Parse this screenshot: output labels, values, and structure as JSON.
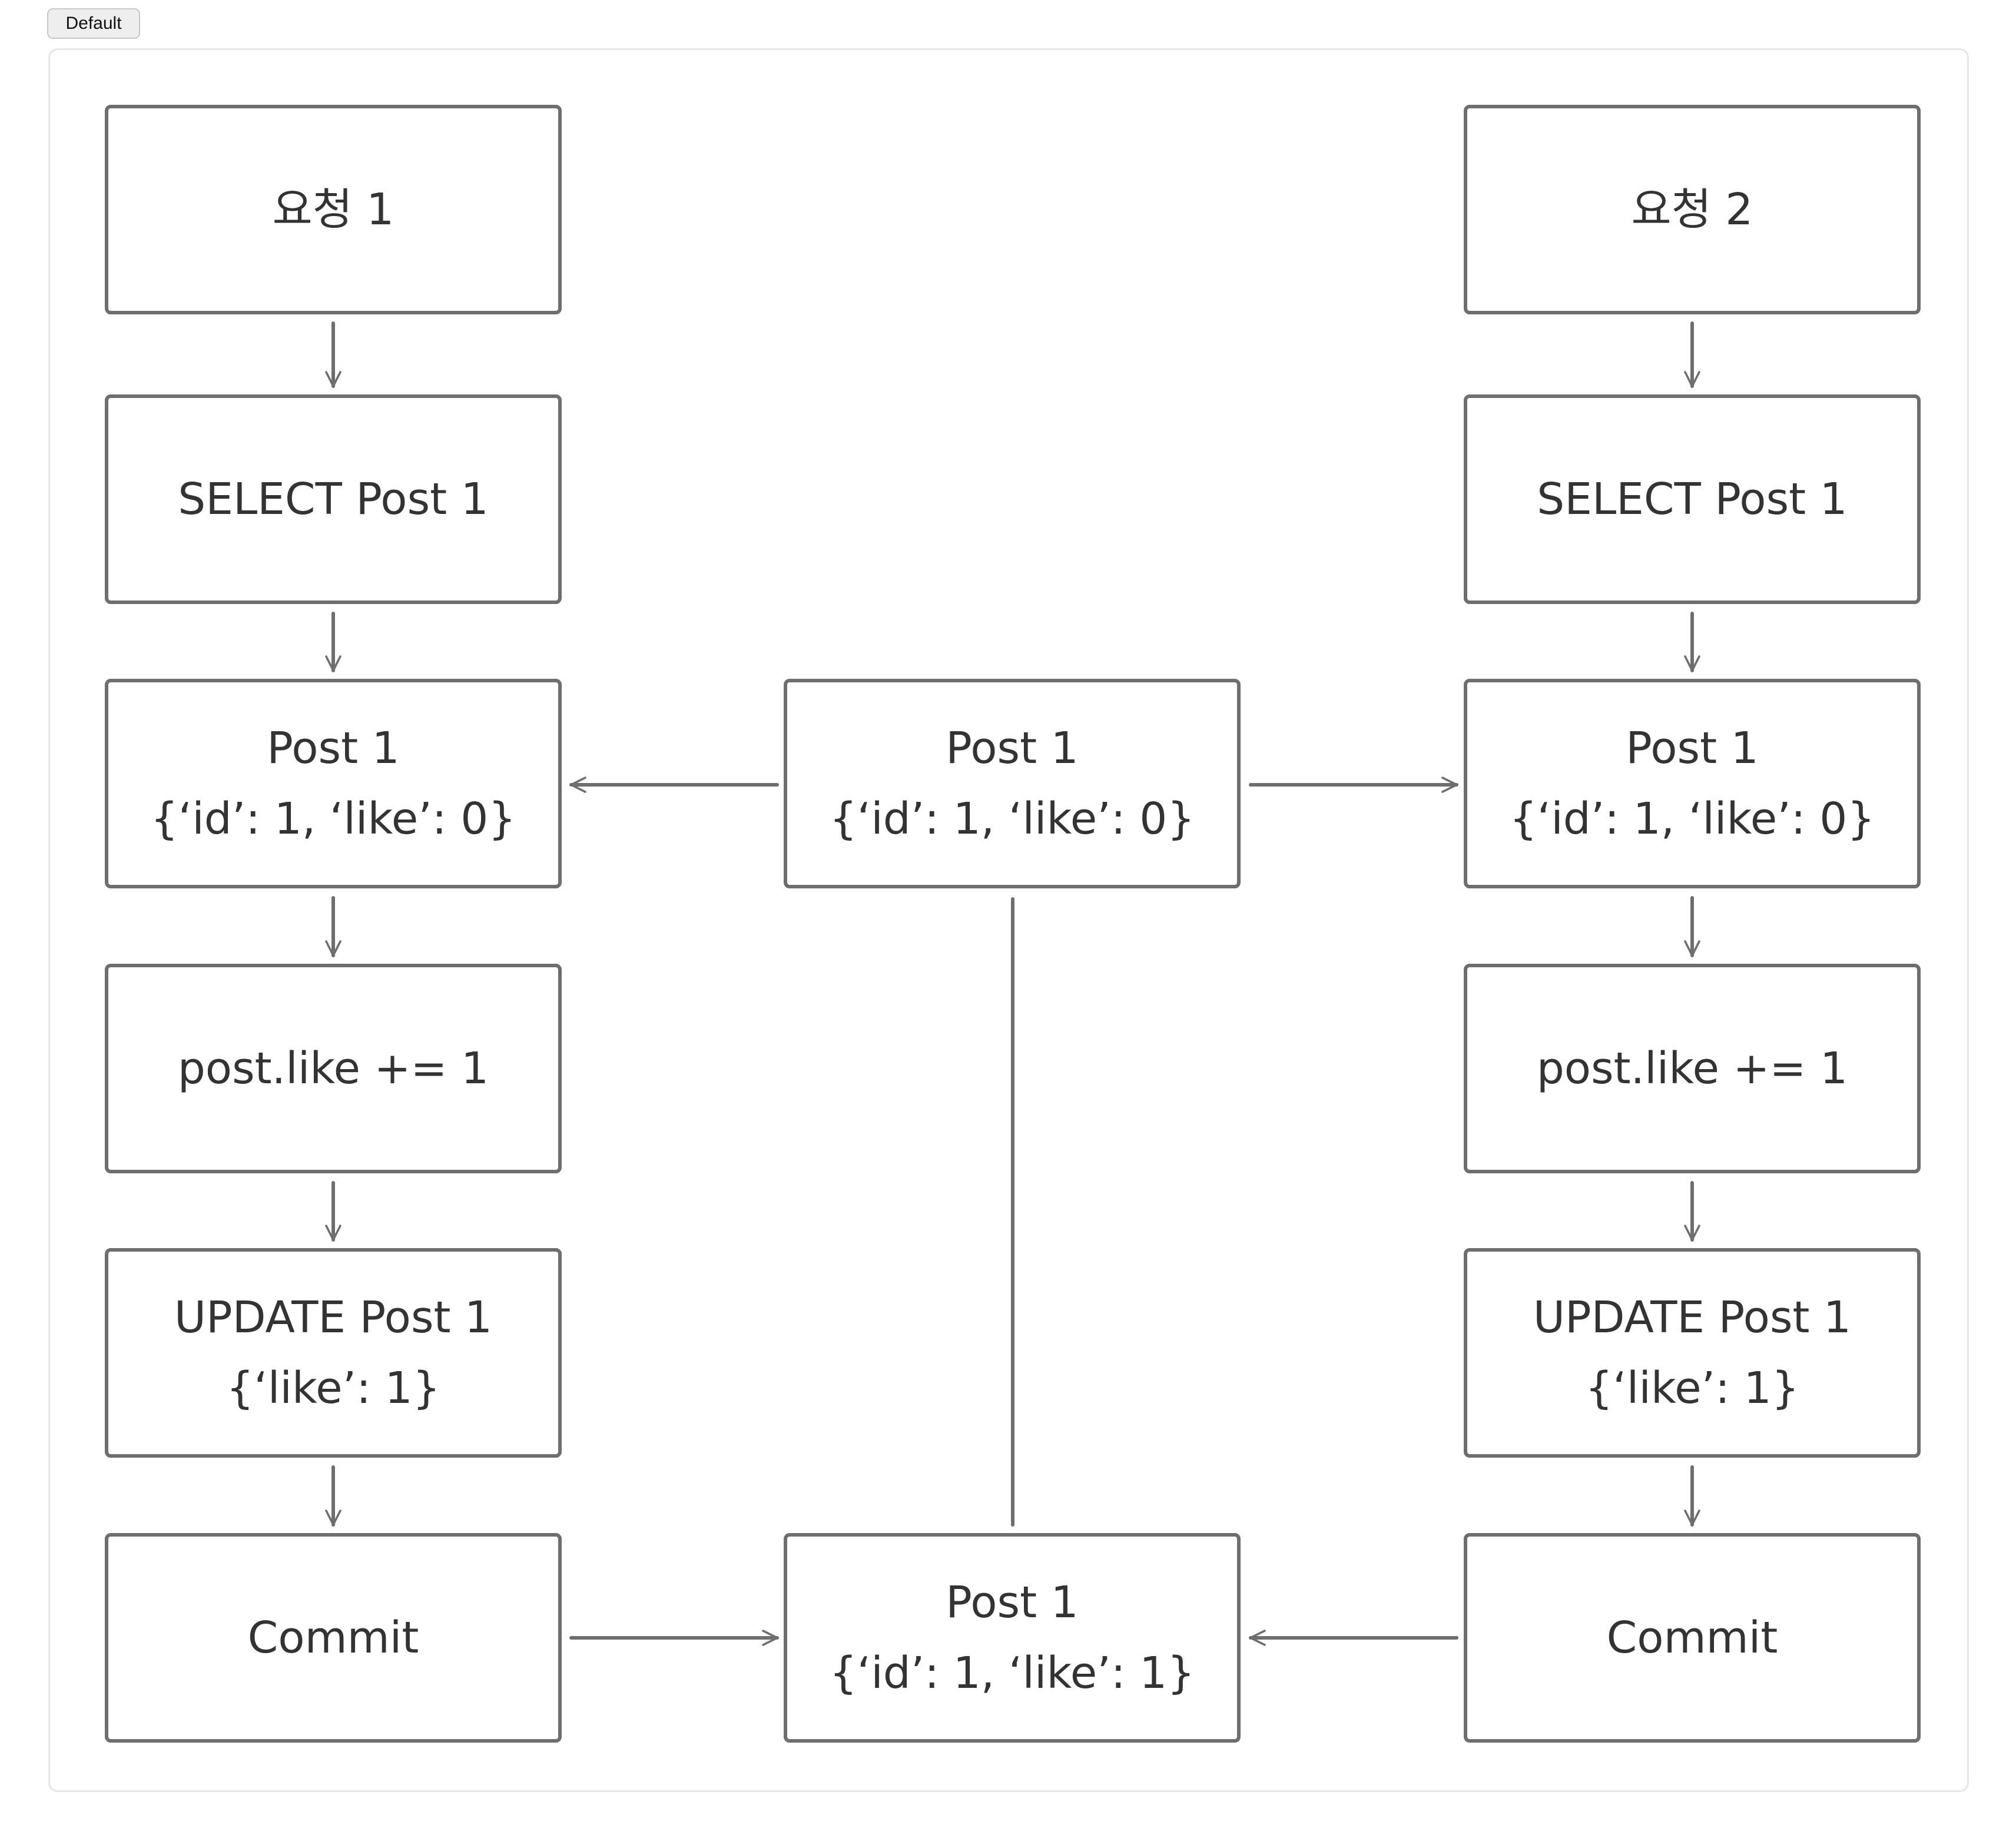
{
  "toolbar": {
    "variant_label": "Default"
  },
  "diagram": {
    "request_1": {
      "title": "요청 1",
      "select": "SELECT Post 1",
      "read": {
        "title": "Post 1",
        "value": "{‘id’: 1, ‘like’: 0}"
      },
      "increment": "post.like += 1",
      "update": {
        "title": "UPDATE Post 1",
        "value": "{‘like’: 1}"
      },
      "commit": "Commit"
    },
    "request_2": {
      "title": "요청 2",
      "select": "SELECT Post 1",
      "read": {
        "title": "Post 1",
        "value": "{‘id’: 1, ‘like’: 0}"
      },
      "increment": "post.like += 1",
      "update": {
        "title": "UPDATE Post 1",
        "value": "{‘like’: 1}"
      },
      "commit": "Commit"
    },
    "database": {
      "before": {
        "title": "Post 1",
        "value": "{‘id’: 1, ‘like’: 0}"
      },
      "after": {
        "title": "Post 1",
        "value": "{‘id’: 1, ‘like’: 1}"
      }
    },
    "colors": {
      "stroke": "#6e6e6e",
      "text": "#333333",
      "frame_border": "#e6e6e6",
      "background": "#ffffff"
    }
  }
}
